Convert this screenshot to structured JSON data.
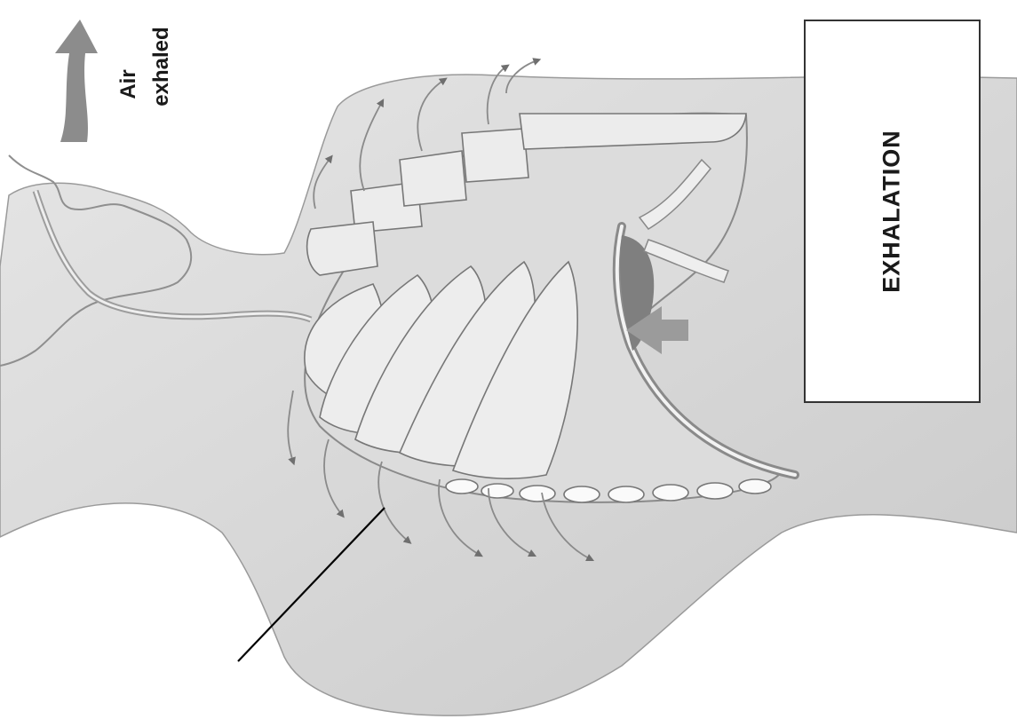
{
  "diagram": {
    "title_label": "EXHALATION",
    "air_label_line1": "Air",
    "air_label_line2": "exhaled",
    "colors": {
      "skin": "#d9d9d9",
      "skin_shadow": "#bdbdbd",
      "ribs": "#ececec",
      "outline": "#6a6a6a",
      "arrow": "#7d7d7d",
      "diaphragm": "#8a8a8a"
    }
  }
}
